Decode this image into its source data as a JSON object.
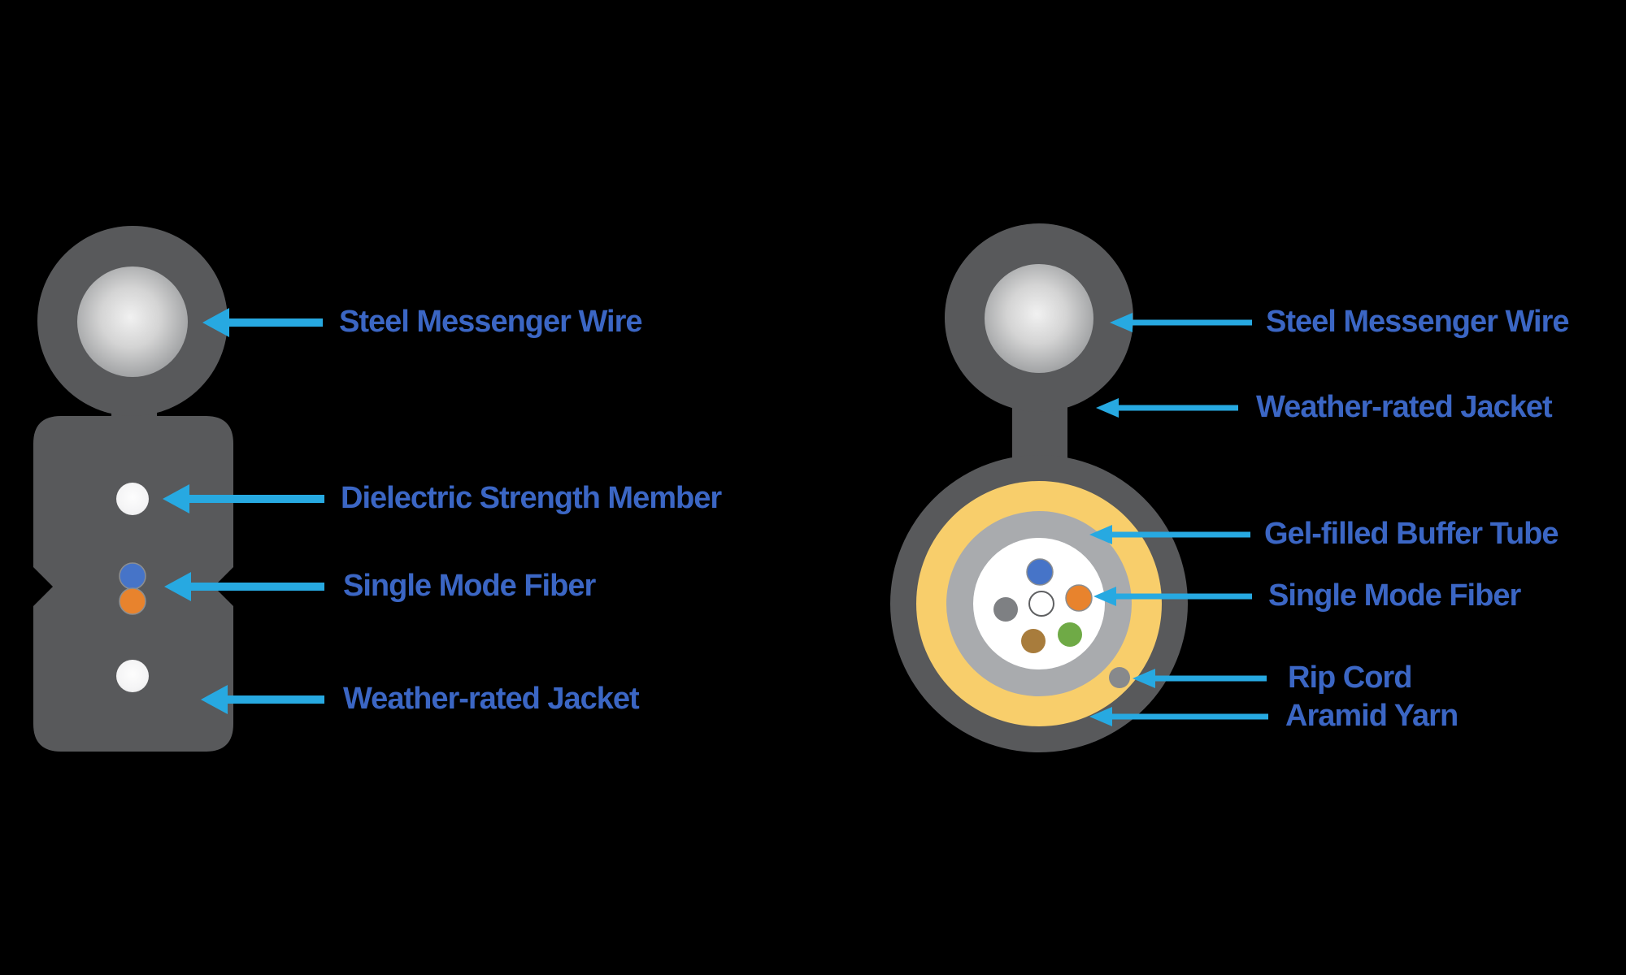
{
  "left_diagram": {
    "labels": [
      {
        "text": "Steel Messenger Wire"
      },
      {
        "text": "Dielectric Strength Member"
      },
      {
        "text": "Single Mode Fiber"
      },
      {
        "text": "Weather-rated Jacket"
      }
    ]
  },
  "right_diagram": {
    "labels": [
      {
        "text": "Steel Messenger Wire"
      },
      {
        "text": "Weather-rated Jacket"
      },
      {
        "text": "Gel-filled Buffer Tube"
      },
      {
        "text": "Single Mode Fiber"
      },
      {
        "text": "Rip Cord"
      },
      {
        "text": "Aramid Yarn"
      }
    ]
  },
  "colors": {
    "background": "#000000",
    "label_text": "#3B66C4",
    "arrow": "#27A9E1",
    "jacket_gray": "#58595B",
    "steel_center": "#F1F1F1",
    "steel_edge": "#96989A",
    "aramid_yellow": "#F8CE6B",
    "buffer_gray": "#A9ABAE",
    "gel_white": "#FFFFFF",
    "fiber_blue": "#4674C8",
    "fiber_orange": "#E8832D",
    "fiber_gray": "#7E8083",
    "fiber_brown": "#A87C3C",
    "fiber_green": "#6FAA46",
    "rip_cord_gray": "#87898C",
    "dot_white": "#F4F4F5"
  }
}
